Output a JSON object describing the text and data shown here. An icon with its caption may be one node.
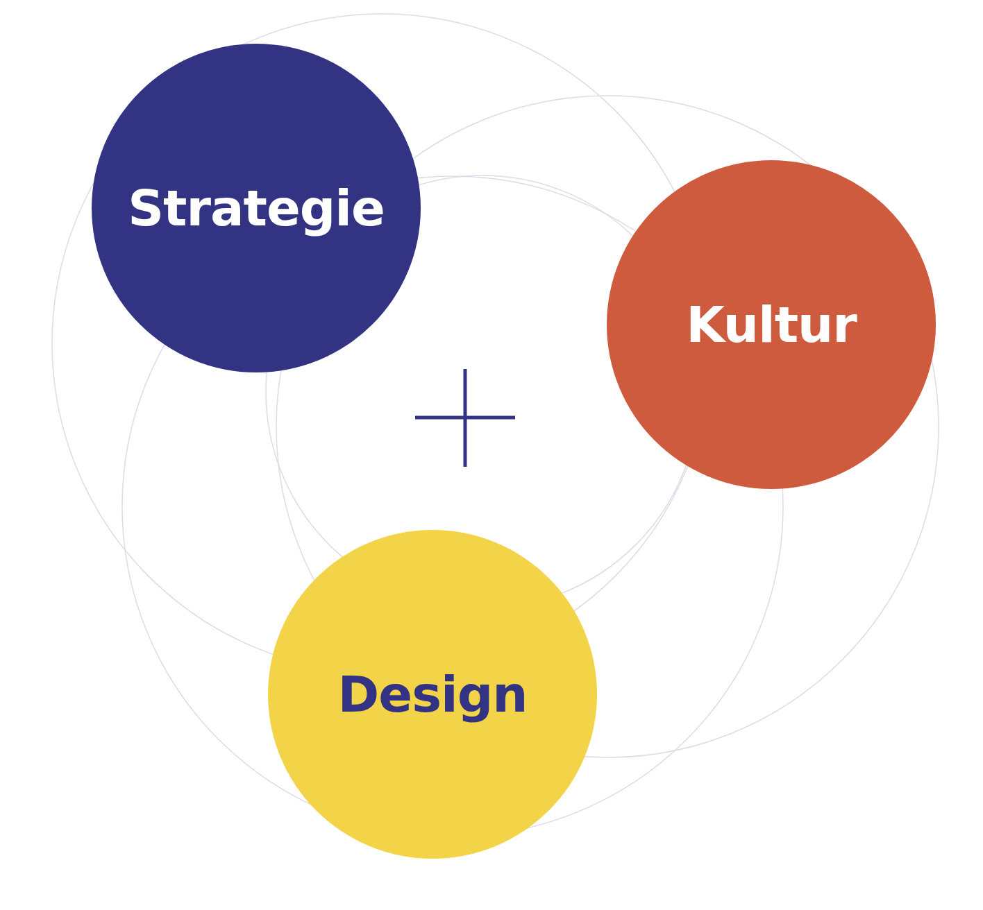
{
  "diagram": {
    "nodes": [
      {
        "text": [
          "Strategie"
        ]
      },
      {
        "text": [
          "Kultur"
        ]
      },
      {
        "text": [
          "Design"
        ]
      }
    ],
    "edges": []
  }
}
